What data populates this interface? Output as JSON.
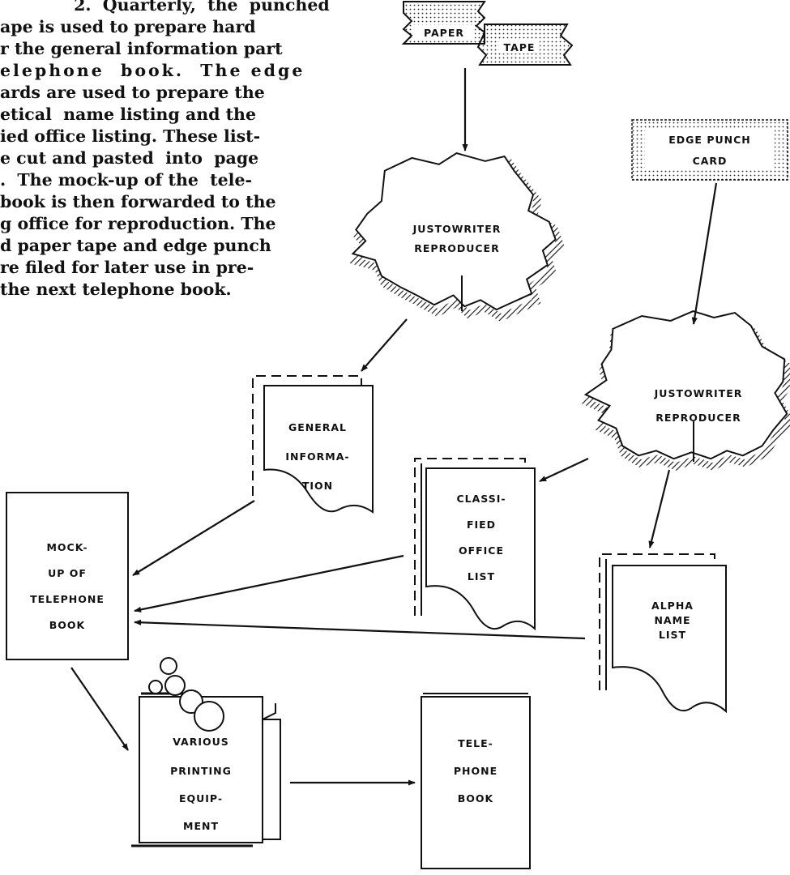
{
  "intro": {
    "lines": [
      " 2.  Quarterly,  the  punched",
      "ape is used to prepare hard",
      "r the general information part",
      "elephone  book.  The edge",
      "ards are used to prepare the",
      "etical  name listing and the",
      "ied office listing. These list-",
      "e cut and pasted  into  page",
      ".  The mock-up of the  tele-",
      "book is then forwarded to the",
      "g office for reproduction. The",
      "d paper tape and edge punch",
      "re filed for later use in pre-",
      "the next telephone book."
    ]
  },
  "diagram": {
    "paper_tape": {
      "left_label": "PAPER",
      "right_label": "TAPE"
    },
    "edge_punch_card": {
      "line1": "EDGE PUNCH",
      "line2": "CARD"
    },
    "reproducer_1": {
      "line1": "JUSTOWRITER",
      "line2": "REPRODUCER"
    },
    "reproducer_2": {
      "line1": "JUSTOWRITER",
      "line2": "REPRODUCER"
    },
    "general_information": [
      "GENERAL",
      "INFORMA-",
      "TION"
    ],
    "classified_office_list": [
      "CLASSI-",
      "FIED",
      "OFFICE",
      "LIST"
    ],
    "alpha_name_list": [
      "ALPHA",
      "NAME",
      "LIST"
    ],
    "mock_up": [
      "MOCK-",
      "UP OF",
      "TELEPHONE",
      "BOOK"
    ],
    "printing_equipment": [
      "VARIOUS",
      "PRINTING",
      "EQUIP-",
      "MENT"
    ],
    "telephone_book": [
      "TELE-",
      "PHONE",
      "BOOK"
    ]
  }
}
